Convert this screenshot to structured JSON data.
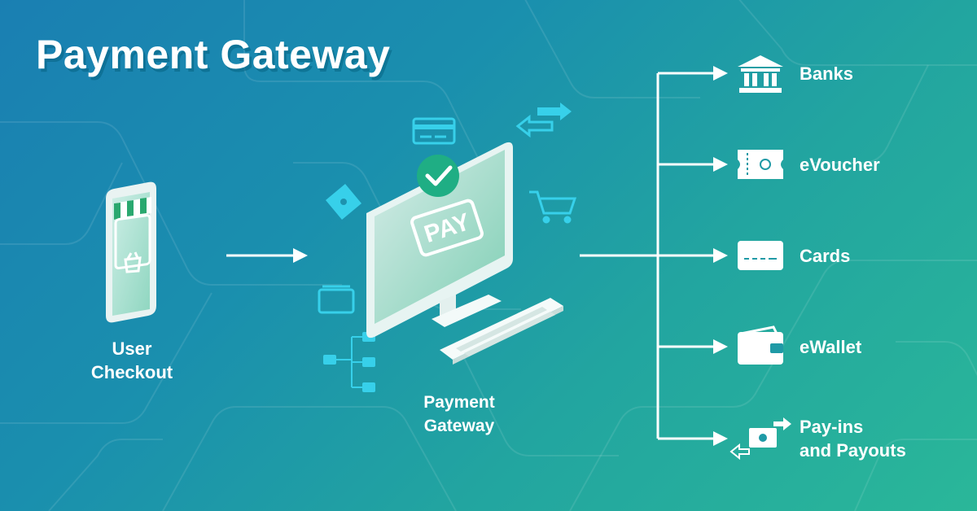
{
  "title": "Payment Gateway",
  "user_checkout": {
    "line1": "User",
    "line2": "Checkout"
  },
  "gateway": {
    "line1": "Payment",
    "line2": "Gateway",
    "screen_text": "PAY"
  },
  "destinations": [
    {
      "label": "Banks",
      "icon": "bank-icon"
    },
    {
      "label": "eVoucher",
      "icon": "voucher-icon"
    },
    {
      "label": "Cards",
      "icon": "card-icon"
    },
    {
      "label": "eWallet",
      "icon": "wallet-icon"
    },
    {
      "label": "Pay-ins",
      "label2": "and Payouts",
      "icon": "cash-transfer-icon"
    }
  ],
  "colors": {
    "accent": "#37d0ea",
    "check": "#1fae84",
    "white": "#ffffff"
  }
}
